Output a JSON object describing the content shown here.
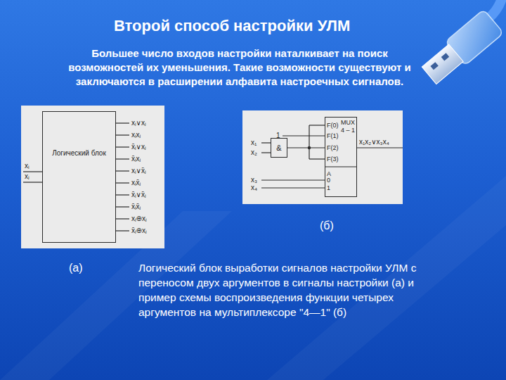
{
  "diagram": {
    "title": "Второй способ настройки УЛМ",
    "caption": "Логический блок выработки сигналов настройки УЛМ с переносом двух аргументов в сигналы настройки (а) и пример схемы воспроизведения функции четырех аргументов на мультиплексоре \"4—1\" (б)",
    "nodes": [
      {
        "text": [
          "Логический блок"
        ]
      },
      {
        "text": [
          "&"
        ]
      },
      {
        "text": [
          "MUX 4 – 1",
          "F(0)",
          "F(1)",
          "F(2)",
          "F(3)",
          "A",
          "0",
          "1"
        ]
      }
    ],
    "edges": [
      {
        "from": 1,
        "to": 2,
        "arrow": "none"
      }
    ],
    "labels": [
      "Большее число входов настройки наталкивает на поиск возможностей их уменьшения. Такие возможности существуют и заключаются в расширении алфавита настроечных сигналов.",
      "xᵢ∨xⱼ",
      "xᵢxⱼ",
      "x̄ᵢ∨xⱼ",
      "x̄ᵢxⱼ",
      "xᵢ∨x̄ⱼ",
      "xᵢx̄ⱼ",
      "x̄ᵢ∨x̄ⱼ",
      "x̄ᵢx̄ⱼ",
      "xᵢ⊕xⱼ",
      "x̄ᵢ⊕xⱼ",
      "xᵢ",
      "xⱼ",
      "1",
      "x₁",
      "x₂",
      "x₃",
      "x₄",
      "x₁x₂∨x₃x₄",
      "(б)",
      "(а)"
    ]
  }
}
